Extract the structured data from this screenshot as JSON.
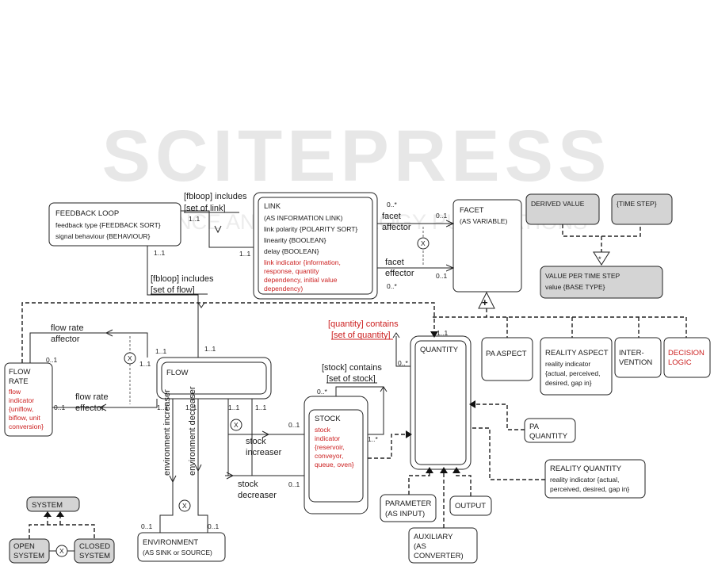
{
  "watermark": {
    "main": "SCITEPRESS",
    "sub": "SCIENCE AND TECHNOLOGY PUBLICATIONS"
  },
  "boxes": {
    "feedback_loop": {
      "title": "FEEDBACK LOOP",
      "attr1": "feedback type {FEEDBACK SORT}",
      "attr2": "signal behaviour {BEHAVIOUR}"
    },
    "link": {
      "title": "LINK",
      "sub": "(AS INFORMATION LINK)",
      "attr1": "link polarity {POLARITY SORT}",
      "attr2": "linearity {BOOLEAN}",
      "attr3": "delay {BOOLEAN}",
      "red1": "link indicator {information,",
      "red2": "response, quantity",
      "red3": "dependency, initial value",
      "red4": "dependency)"
    },
    "facet": {
      "title": "FACET",
      "sub": "(AS VARIABLE)"
    },
    "derived_value": {
      "title": "DERIVED VALUE"
    },
    "time_step": {
      "title": "{TIME STEP}"
    },
    "value_per_time_step": {
      "title": "VALUE PER TIME STEP",
      "attr": "value {BASE TYPE}"
    },
    "flow_rate": {
      "title1": "FLOW",
      "title2": "RATE",
      "red1": "flow",
      "red2": "indicator",
      "red3": "{uniflow,",
      "red4": "biflow, unit",
      "red5": "conversion}"
    },
    "flow": {
      "title": "FLOW"
    },
    "stock": {
      "title": "STOCK",
      "red1": "stock",
      "red2": "indicator",
      "red3": "{reservoir,",
      "red4": "conveyor,",
      "red5": "queue, oven}"
    },
    "quantity": {
      "title": "QUANTITY"
    },
    "pa_aspect": {
      "title": "PA ASPECT"
    },
    "reality_aspect": {
      "title": "REALITY ASPECT",
      "attr1": "reality indicator",
      "attr2": "{actual, perceived,",
      "attr3": "desired, gap in}"
    },
    "intervention": {
      "title1": "INTER-",
      "title2": "VENTION"
    },
    "decision_logic": {
      "title1": "DECISION",
      "title2": "LOGIC"
    },
    "pa_quantity": {
      "title1": "PA",
      "title2": "QUANTITY"
    },
    "reality_quantity": {
      "title": "REALITY QUANTITY",
      "attr1": "reality indicator {actual,",
      "attr2": "perceived, desired, gap in}"
    },
    "parameter": {
      "title1": "PARAMETER",
      "title2": "(AS INPUT)"
    },
    "output": {
      "title": "OUTPUT"
    },
    "auxiliary": {
      "title1": "AUXILIARY",
      "title2": "(AS",
      "title3": "CONVERTER)"
    },
    "environment": {
      "title1": "ENVIRONMENT",
      "title2": "(AS SINK or SOURCE)"
    },
    "system": {
      "title": "SYSTEM"
    },
    "open_system": {
      "title1": "OPEN",
      "title2": "SYSTEM"
    },
    "closed_system": {
      "title1": "CLOSED",
      "title2": "SYSTEM"
    }
  },
  "labels": {
    "fbloop_link_1": "[fbloop] includes",
    "fbloop_link_2": "[set of link]",
    "fbloop_flow_1": "[fbloop] includes",
    "fbloop_flow_2": "[set of flow]",
    "facet_affector_1": "facet",
    "facet_affector_2": "affector",
    "facet_effector_1": "facet",
    "facet_effector_2": "effector",
    "flow_rate_affector_1": "flow rate",
    "flow_rate_affector_2": "affector",
    "flow_rate_effector_1": "flow rate",
    "flow_rate_effector_2": "effector",
    "quantity_contains_1": "[quantity] contains",
    "quantity_contains_2": "[set of quantity]",
    "stock_contains_1": "[stock] contains",
    "stock_contains_2": "[set of stock]",
    "stock_increaser_1": "stock",
    "stock_increaser_2": "increaser",
    "stock_decreaser_1": "stock",
    "stock_decreaser_2": "decreaser",
    "env_increaser": "environment increaser",
    "env_decreaser": "environment decreaser",
    "xor": "X",
    "star": "*",
    "plus": "+"
  },
  "multiplicity": {
    "one_one": "1..1",
    "zero_one": "0..1",
    "zero_many": "0..*",
    "one_many": "1..*",
    "one_exact": "1..1"
  }
}
